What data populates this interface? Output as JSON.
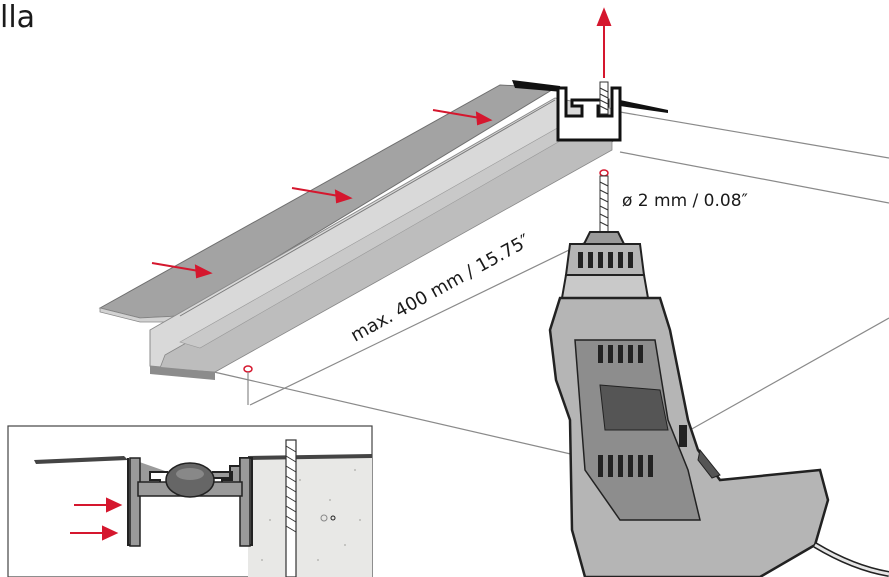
{
  "heading_fragment": "lla",
  "labels": {
    "drill_bit_size": "ø 2 mm / 0.08″",
    "max_spacing": "max. 400 mm / 15.75″"
  },
  "colors": {
    "arrow": "#d5172e",
    "profile_top": "#a3a3a3",
    "profile_light": "#d9d9d9",
    "profile_mid": "#bdbdbd",
    "drill_body": "#b5b5b5",
    "drill_dark": "#555555",
    "outline": "#222222",
    "guide_line": "#8a8a8a"
  },
  "icons": [
    "drill-icon",
    "drill-bit-icon",
    "arrow-icon",
    "drill-hole-marker-icon"
  ]
}
